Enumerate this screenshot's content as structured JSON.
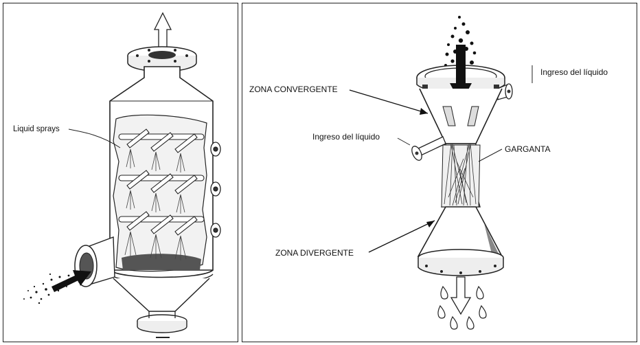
{
  "left_panel": {
    "labels": {
      "liquid_sprays": "Liquid sprays"
    }
  },
  "right_panel": {
    "labels": {
      "zona_convergente": "ZONA CONVERGENTE",
      "ingreso_liquido_right": "Ingreso del líquido",
      "ingreso_liquido_left": "Ingreso del líquido",
      "garganta": "GARGANTA",
      "zona_divergente": "ZONA DIVERGENTE"
    }
  },
  "colors": {
    "line": "#222222",
    "vessel_fill": "#ffffff",
    "shadow": "#8a8a8a",
    "dark": "#1a1a1a"
  }
}
